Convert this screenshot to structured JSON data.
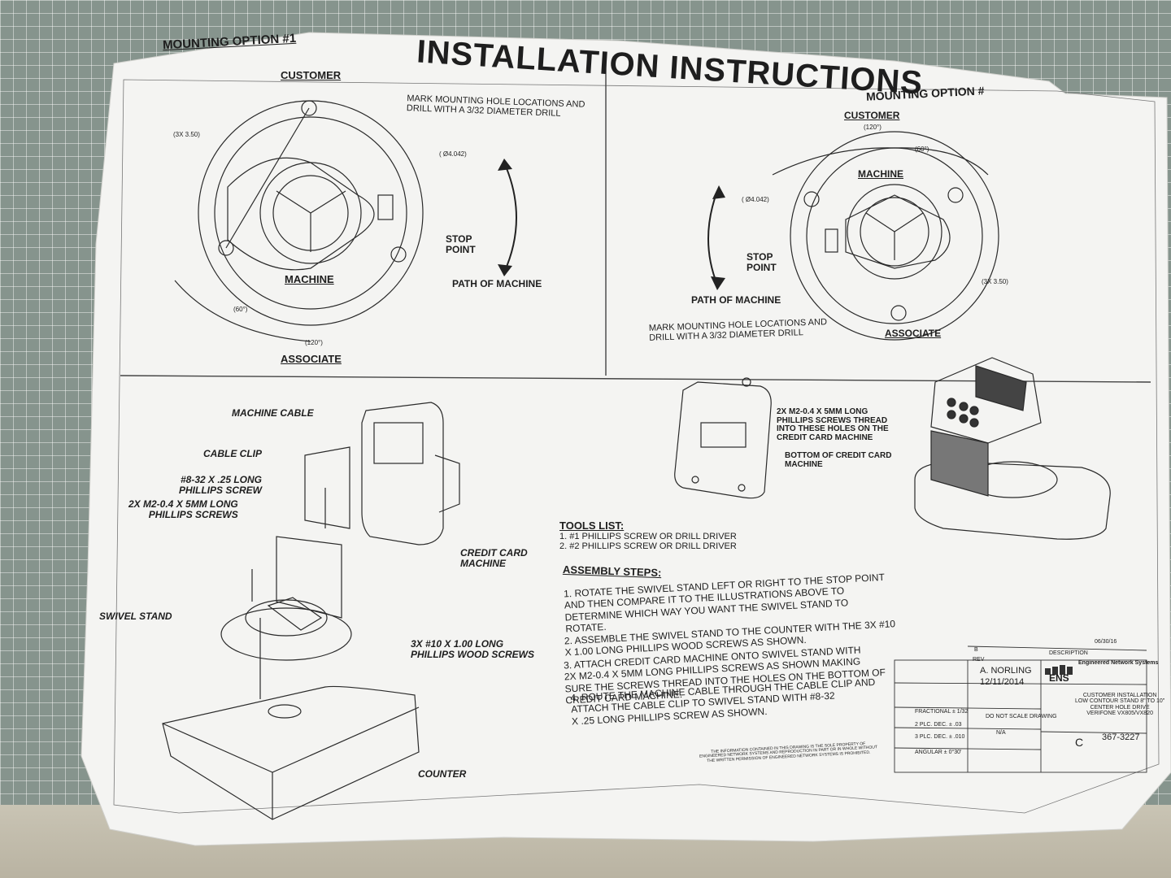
{
  "sheet": {
    "title": "INSTALLATION INSTRUCTIONS",
    "left_option_label": "MOUNTING OPTION #1",
    "right_option_label": "MOUNTING OPTION #"
  },
  "option1": {
    "customer": "CUSTOMER",
    "associate": "ASSOCIATE",
    "machine": "MACHINE",
    "mark_note": "MARK MOUNTING HOLE LOCATIONS AND\nDRILL WITH A 3/32 DIAMETER DRILL",
    "stop_point": "STOP\nPOINT",
    "path": "PATH OF MACHINE",
    "dims": {
      "d1": "(3X 3.50)",
      "d2": "( Ø4.042)",
      "d3": "(60°)",
      "d4": "(120°)"
    }
  },
  "option2": {
    "customer": "CUSTOMER",
    "associate": "ASSOCIATE",
    "machine": "MACHINE",
    "mark_note": "MARK MOUNTING HOLE LOCATIONS AND\nDRILL WITH A 3/32 DIAMETER DRILL",
    "stop_point": "STOP\nPOINT",
    "path": "PATH OF MACHINE",
    "dims": {
      "d1": "(120°)",
      "d2": "(60°)",
      "d3": "( Ø4.042)",
      "d4": "(3X 3.50)"
    }
  },
  "callouts": {
    "machine_cable": "MACHINE CABLE",
    "cable_clip": "CABLE CLIP",
    "screw_8_32": "#8-32 X .25 LONG\nPHILLIPS SCREW",
    "screws_m2": "2X M2-0.4 X 5MM LONG\nPHILLIPS SCREWS",
    "swivel_stand": "SWIVEL STAND",
    "credit_card_machine": "CREDIT CARD\nMACHINE",
    "wood_screws": "3X #10 X 1.00 LONG\nPHILLIPS WOOD SCREWS",
    "counter": "COUNTER",
    "thread_note": "2X M2-0.4 X 5MM LONG\nPHILLIPS SCREWS THREAD\nINTO THESE HOLES ON THE\nCREDIT CARD MACHINE",
    "bottom_note": "BOTTOM OF CREDIT CARD\nMACHINE"
  },
  "tools": {
    "heading": "TOOLS LIST:",
    "items": [
      "1. #1 PHILLIPS SCREW OR DRILL DRIVER",
      "2. #2 PHILLIPS SCREW OR DRILL DRIVER"
    ]
  },
  "assembly": {
    "heading": "ASSEMBLY STEPS:",
    "steps": [
      "1. ROTATE THE SWIVEL STAND LEFT OR RIGHT TO THE STOP POINT\nAND THEN COMPARE IT TO THE ILLUSTRATIONS ABOVE TO\nDETERMINE WHICH WAY YOU WANT THE SWIVEL STAND TO\nROTATE.",
      "2. ASSEMBLE THE SWIVEL STAND TO THE COUNTER WITH THE 3X #10\nX 1.00 LONG PHILLIPS WOOD SCREWS AS SHOWN.",
      "3. ATTACH CREDIT CARD MACHINE ONTO SWIVEL STAND WITH\n2X M2-0.4 X 5MM LONG PHILLIPS SCREWS AS SHOWN MAKING\nSURE THE SCREWS THREAD INTO THE HOLES ON THE BOTTOM OF\nCREDIT CARD MACHINE.",
      "4. ROUTE THE MACHINE CABLE THROUGH THE CABLE CLIP AND\nATTACH THE CABLE CLIP TO SWIVEL STAND WITH #8-32\nX .25 LONG PHILLIPS SCREW AS SHOWN."
    ]
  },
  "title_block": {
    "company": "Engineered Network Systems",
    "logo": "ENS",
    "description": "DESCRIPTION",
    "rev": "REV",
    "drawn_by": "A. NORLING",
    "date": "12/11/2014",
    "rev_date": "06/30/16",
    "fractional": "FRACTIONAL ± 1/32",
    "three_plc": "3 PLC. DEC. ± .010",
    "two_plc": "2 PLC. DEC. ± .03",
    "angular": "ANGULAR ± 0°30'",
    "do_not_scale": "DO NOT SCALE DRAWING",
    "na": "N/A",
    "title_text": "CUSTOMER INSTALLATION\nLOW CONTOUR STAND 8\" TO 10\"\nCENTER HOLE DRIVE\nVERIFONE VX805/VX820",
    "size": "C",
    "dwg_no": "367-3227",
    "rev_letter": "B",
    "proprietary": "THE INFORMATION CONTAINED IN THIS DRAWING IS THE SOLE PROPERTY OF\nENGINEERED NETWORK SYSTEMS AND REPRODUCTION IN PART OR IN WHOLE WITHOUT\nTHE WRITTEN PERMISSION OF ENGINEERED NETWORK SYSTEMS IS PROHIBITED."
  }
}
